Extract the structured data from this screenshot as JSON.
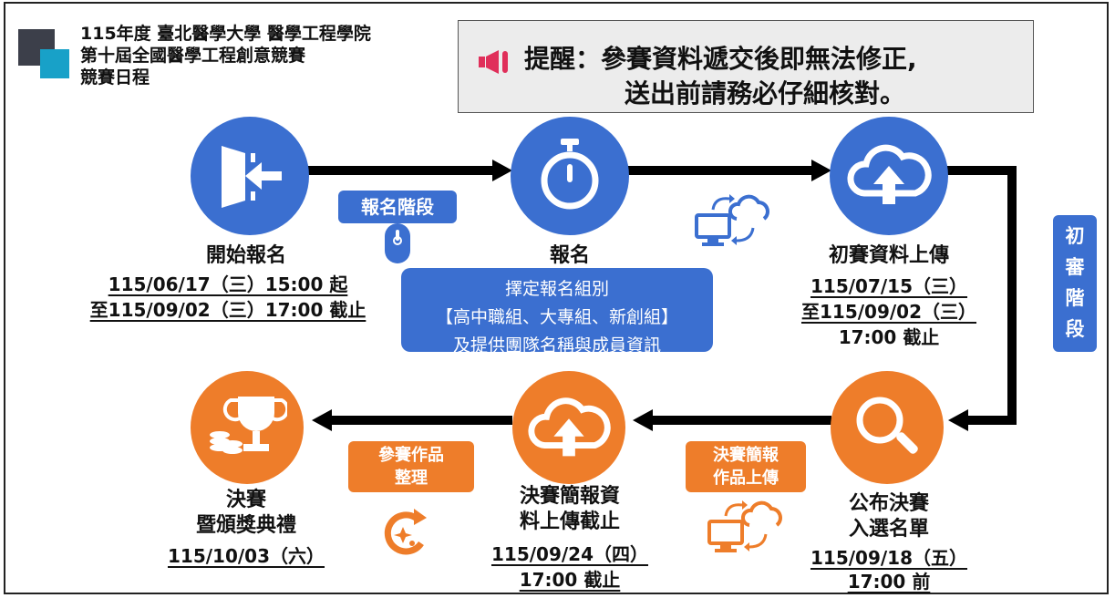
{
  "header": {
    "line1": "115年度 臺北醫學大學 醫學工程學院",
    "line2": "第十屆全國醫學工程創意競賽",
    "line3": "競賽日程"
  },
  "notice": {
    "line1": "提醒：參賽資料遞交後即無法修正,",
    "line2": "送出前請務必仔細核對。"
  },
  "colors": {
    "blue": "#3b6fd0",
    "orange": "#ee7d2a",
    "notice_bg": "#ececec"
  },
  "steps": {
    "start": {
      "icon": "door-enter-icon",
      "title": "開始報名",
      "date1": "115/06/17（三）15:00 起",
      "date2": "至115/09/02（三）17:00 截止"
    },
    "register": {
      "icon": "stopwatch-icon",
      "title": "報名"
    },
    "upload": {
      "icon": "cloud-upload-icon",
      "title": "初賽資料上傳",
      "date1": "115/07/15（三）",
      "date2": "至115/09/02（三）",
      "date3": "17:00 截止"
    },
    "announce": {
      "icon": "magnifier-icon",
      "title_l1": "公布決賽",
      "title_l2": "入選名單",
      "date1": "115/09/18（五）",
      "date2": "17:00 前"
    },
    "final_upload": {
      "icon": "cloud-upload-icon",
      "title_l1": "決賽簡報資",
      "title_l2": "料上傳截止",
      "date1": "115/09/24（四）",
      "date2": "17:00 截止"
    },
    "final": {
      "icon": "trophy-icon",
      "title_l1": "決賽",
      "title_l2": "暨頒獎典禮",
      "date1": "115/10/03（六）"
    }
  },
  "tags": {
    "signup_stage": "報名階段",
    "prelim_stage": [
      "初",
      "審",
      "階",
      "段"
    ],
    "works_l1": "參賽作品",
    "works_l2": "整理",
    "final_upload_l1": "決賽簡報",
    "final_upload_l2": "作品上傳"
  },
  "group_box": {
    "line1": "擇定報名組別",
    "line2": "【高中職組、大專組、新創組】",
    "line3": "及提供團隊名稱與成員資訊"
  }
}
